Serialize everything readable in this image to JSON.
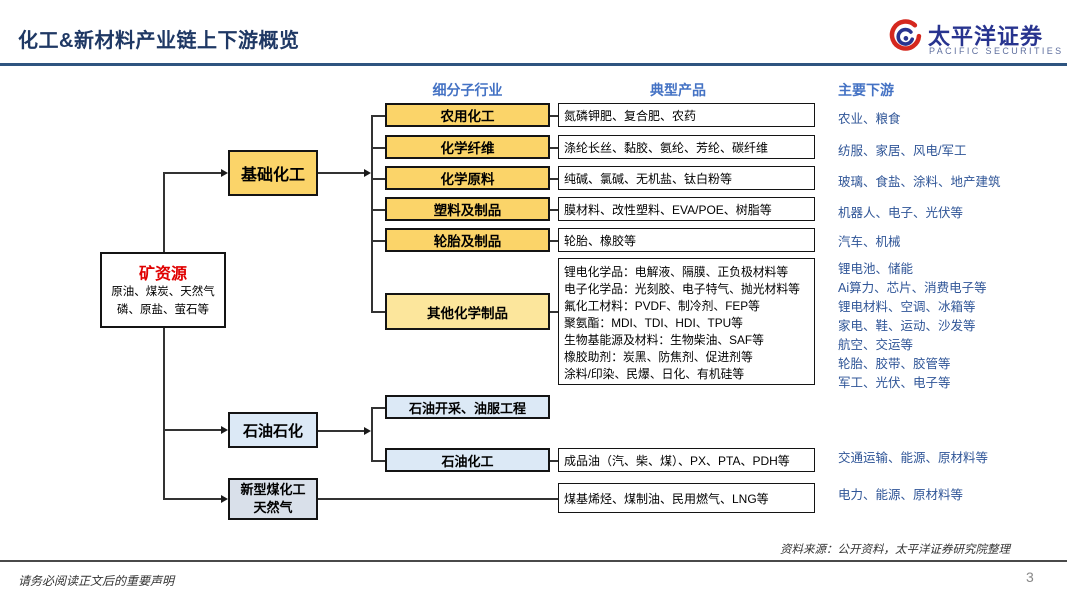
{
  "header": {
    "title": "化工&新材料产业链上下游概览",
    "logo": {
      "name": "太平洋证券",
      "subtitle": "PACIFIC SECURITIES"
    }
  },
  "columns": {
    "sub_industry": "细分子行业",
    "products": "典型产品",
    "downstream": "主要下游"
  },
  "nodes": {
    "mineral": {
      "title": "矿资源",
      "line1": "原油、煤炭、天然气",
      "line2": "磷、原盐、萤石等"
    },
    "basic_chem": "基础化工",
    "petro": "石油石化",
    "coal_line1": "新型煤化工",
    "coal_line2": "天然气",
    "oil_upstream": "石油开采、油服工程",
    "oil_chem": "石油化工"
  },
  "rows": [
    {
      "industry": "农用化工",
      "products": "氮磷钾肥、复合肥、农药",
      "downstream": "农业、粮食"
    },
    {
      "industry": "化学纤维",
      "products": "涤纶长丝、黏胶、氨纶、芳纶、碳纤维",
      "downstream": "纺服、家居、风电/军工"
    },
    {
      "industry": "化学原料",
      "products": "纯碱、氯碱、无机盐、钛白粉等",
      "downstream": "玻璃、食盐、涂料、地产建筑"
    },
    {
      "industry": "塑料及制品",
      "products": "膜材料、改性塑料、EVA/POE、树脂等",
      "downstream": "机器人、电子、光伏等"
    },
    {
      "industry": "轮胎及制品",
      "products": "轮胎、橡胶等",
      "downstream": "汽车、机械"
    }
  ],
  "other_chem": {
    "industry": "其他化学制品",
    "products": [
      "锂电化学品：电解液、隔膜、正负极材料等",
      "电子化学品：光刻胶、电子特气、抛光材料等",
      "氟化工材料：PVDF、制冷剂、FEP等",
      "聚氨酯：MDI、TDI、HDI、TPU等",
      "生物基能源及材料：生物柴油、SAF等",
      "橡胶助剂：炭黑、防焦剂、促进剂等",
      "涂料/印染、民爆、日化、有机硅等"
    ],
    "downstream": [
      "锂电池、储能",
      "Ai算力、芯片、消费电子等",
      "锂电材料、空调、冰箱等",
      "家电、鞋、运动、沙发等",
      "航空、交运等",
      "轮胎、胶带、胶管等",
      "军工、光伏、电子等"
    ]
  },
  "oil_section": {
    "chem_products": "成品油（汽、柴、煤）、PX、PTA、PDH等",
    "chem_downstream": "交通运输、能源、原材料等",
    "coal_products": "煤基烯烃、煤制油、民用燃气、LNG等",
    "coal_downstream": "电力、能源、原材料等"
  },
  "footer": {
    "source": "资料来源：公开资料，太平洋证券研究院整理",
    "disclaimer": "请务必阅读正文后的重要声明",
    "page": "3"
  },
  "colors": {
    "title_navy": "#1F3864",
    "header_rule": "#2E5480",
    "column_header_blue": "#4472C4",
    "downstream_blue": "#2F5597",
    "industry_yellow": "#FBD469",
    "industry_light_yellow": "#FCE69C",
    "oil_light_blue": "#DCE9F6",
    "mineral_red": "#E00000",
    "logo_red": "#D5281E",
    "logo_blue": "#28348F"
  }
}
